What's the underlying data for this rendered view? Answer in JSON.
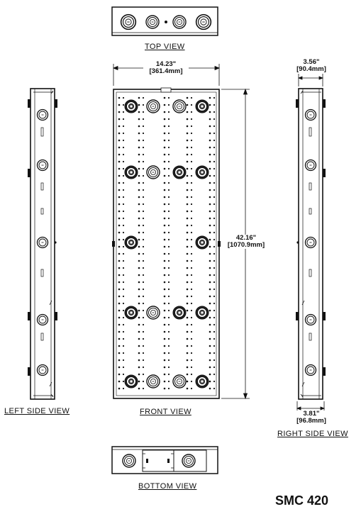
{
  "views": {
    "top": "TOP VIEW",
    "front": "FRONT VIEW",
    "left": "LEFT SIDE VIEW",
    "right": "RIGHT SIDE VIEW",
    "bottom": "BOTTOM VIEW"
  },
  "dimensions": {
    "width": "14.23\"",
    "width_mm": "[361.4mm]",
    "height": "42.16\"",
    "height_mm": "[1070.9mm]",
    "depth_top": "3.56\"",
    "depth_top_mm": "[90.4mm]",
    "depth_bottom": "3.81\"",
    "depth_bottom_mm": "[96.8mm]"
  },
  "model": "SMC 420"
}
